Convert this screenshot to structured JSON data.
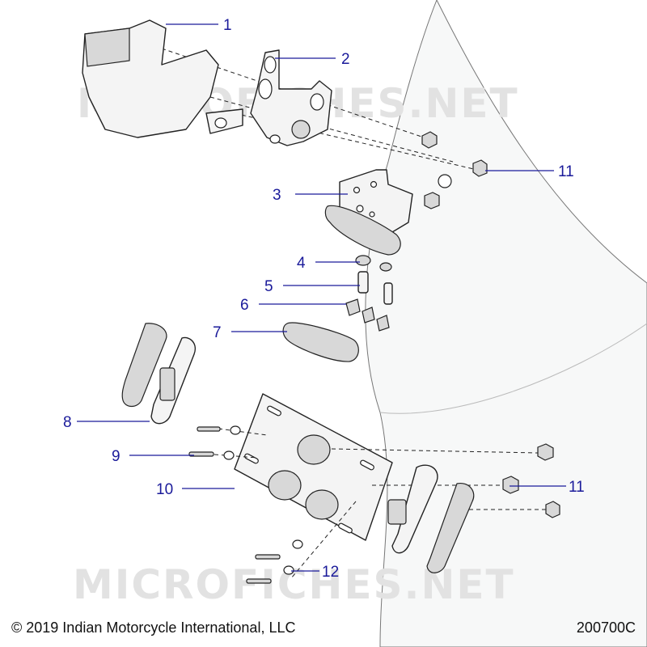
{
  "watermark": "MICROFICHES.NET",
  "callouts": [
    {
      "id": "1"
    },
    {
      "id": "2"
    },
    {
      "id": "3"
    },
    {
      "id": "4"
    },
    {
      "id": "5"
    },
    {
      "id": "6"
    },
    {
      "id": "7"
    },
    {
      "id": "8"
    },
    {
      "id": "9"
    },
    {
      "id": "10"
    },
    {
      "id": "11"
    },
    {
      "id": "11"
    },
    {
      "id": "12"
    }
  ],
  "footer": {
    "copyright": "© 2019 Indian Motorcycle International, LLC",
    "diagram_id": "200700C"
  },
  "colors": {
    "callout": "#1a1a9a",
    "outline": "#222222",
    "watermark": "#e2e2e2"
  }
}
